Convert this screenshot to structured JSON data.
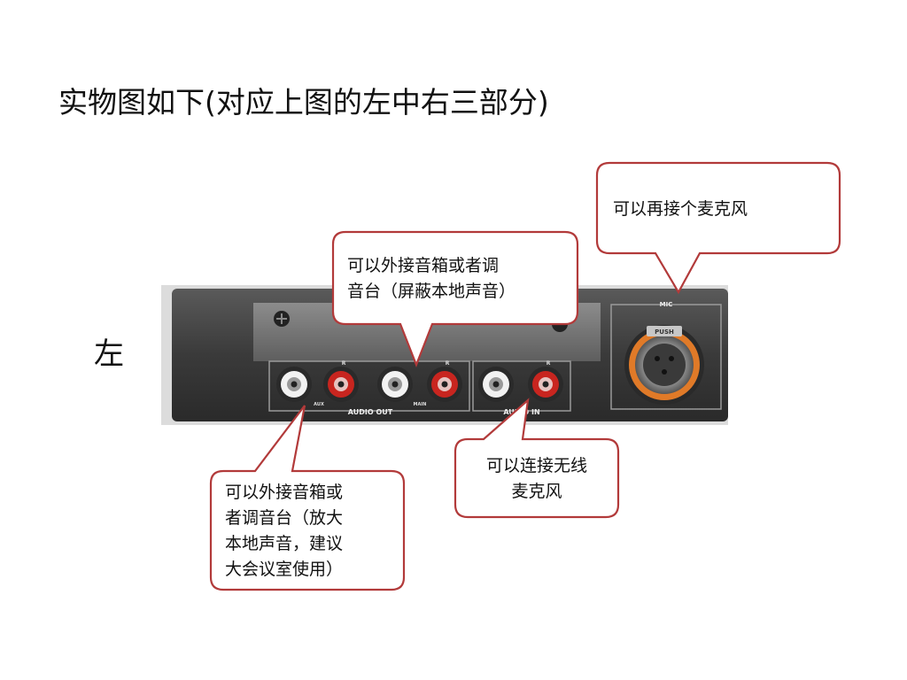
{
  "slide": {
    "title": "实物图如下(对应上图的左中右三部分)",
    "side_label": "左"
  },
  "device": {
    "mic_label": "MIC",
    "push_label": "PUSH",
    "aux_label": "AUX",
    "main_label": "MAIN",
    "audio_out_label": "AUDIO OUT",
    "audio_in_label": "AUDIO IN",
    "r_label": "R"
  },
  "callouts": {
    "mic": "可以再接个麦克风",
    "main_out": "可以外接音箱或者调\n音台（屏蔽本地声音）",
    "audio_in": "可以连接无线\n麦克风",
    "aux_out": "可以外接音箱或\n者调音台（放大\n本地声音，建议\n大会议室使用）"
  },
  "colors": {
    "callout_border": "#b23a3a",
    "panel": "#4a4a4a",
    "panel_inner": "#6d6d6d",
    "jack_white": "#f2f2f2",
    "jack_red": "#c8251f"
  }
}
